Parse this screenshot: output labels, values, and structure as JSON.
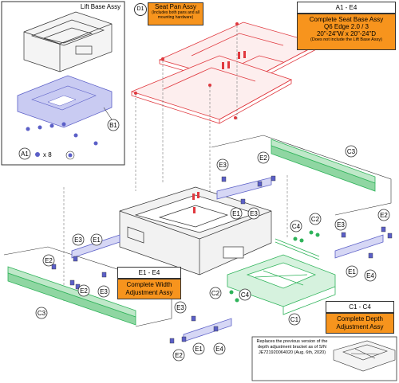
{
  "lift_base": {
    "label": "Lift Base Assy"
  },
  "seat_pan": {
    "code": "D1",
    "title": "Seat Pan Assy",
    "note": "(Includes both pans and all mounting hardware)"
  },
  "seat_base": {
    "code": "A1 - E4",
    "title_line1": "Complete Seat Base Assy",
    "title_line2": "Q6 Edge 2.0 / 3",
    "title_line3": "20\"-24\"W x 20\"-24\"D",
    "note": "(Does not include the Lift Base Assy)"
  },
  "width_adj": {
    "code": "E1 - E4",
    "title": "Complete Width Adjustment Assy"
  },
  "depth_adj": {
    "code": "C1 - C4",
    "title": "Complete Depth Adjustment Assy"
  },
  "replaces_note": "Replaces the previous version of the depth adjustment bracket as of S/N JE721920064020 (Aug. 6th, 2020)",
  "callouts": {
    "a1": "A1",
    "a1_qty": "x 8",
    "b1": "B1",
    "c1": "C1",
    "c2a": "C2",
    "c2b": "C2",
    "c3a": "C3",
    "c3b": "C3",
    "c4a": "C4",
    "c4b": "C4",
    "e1a": "E1",
    "e1b": "E1",
    "e1c": "E1",
    "e1d": "E1",
    "e2a": "E2",
    "e2b": "E2",
    "e2c": "E2",
    "e2d": "E2",
    "e2e": "E2",
    "e3a": "E3",
    "e3b": "E3",
    "e3c": "E3",
    "e3d": "E3",
    "e3e": "E3",
    "e3f": "E3",
    "e4a": "E4",
    "e4b": "E4"
  },
  "colors": {
    "seat_pan": "#e0383e",
    "mount_plate": "#5b5fc7",
    "depth_rail": "#2fb35a",
    "hardware": "#5b5fc7",
    "label_box": "#f7941d"
  }
}
